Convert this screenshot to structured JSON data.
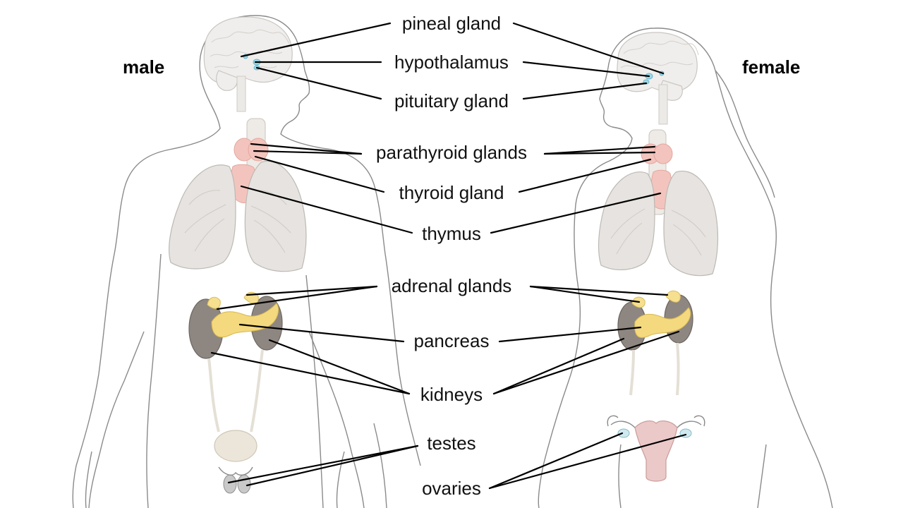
{
  "sides": {
    "male": "male",
    "female": "female"
  },
  "labels": {
    "pineal": "pineal gland",
    "hypothalamus": "hypothalamus",
    "pituitary": "pituitary gland",
    "parathyroid": "parathyroid glands",
    "thyroid": "thyroid gland",
    "thymus": "thymus",
    "adrenal": "adrenal glands",
    "pancreas": "pancreas",
    "kidneys": "kidneys",
    "testes": "testes",
    "ovaries": "ovaries"
  }
}
